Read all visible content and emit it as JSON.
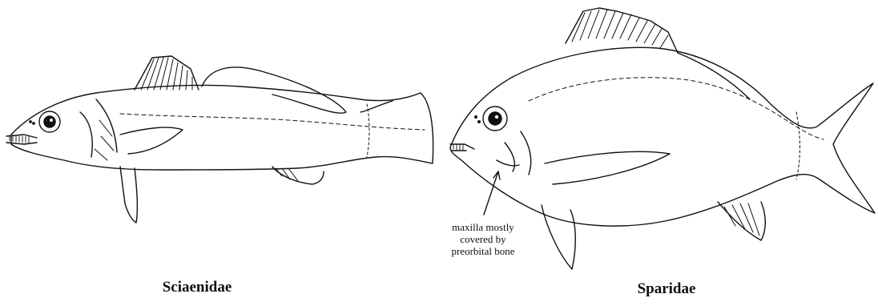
{
  "figures": [
    {
      "caption": "Sciaenidae"
    },
    {
      "caption": "Sparidae",
      "annotation_lines": [
        "maxilla mostly",
        "covered by",
        "preorbital bone"
      ]
    }
  ],
  "colors": {
    "ink": "#111111",
    "background": "#ffffff"
  }
}
